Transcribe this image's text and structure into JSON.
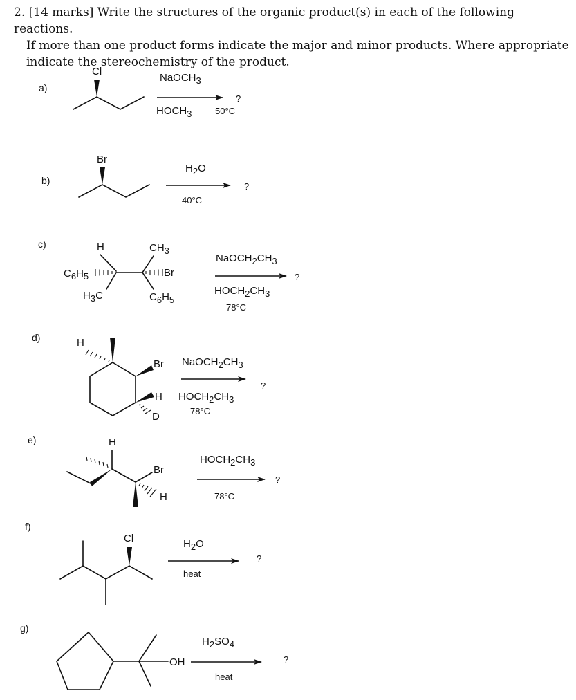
{
  "question": {
    "line1": "2. [14 marks] Write the structures of the organic product(s) in each of the following reactions.",
    "line2": "If more than one product forms indicate the major and minor products. Where appropriate",
    "line3": "indicate the stereochemistry of the product."
  },
  "reactions": {
    "a": {
      "label": "a)",
      "substituent": "Cl",
      "reagent_above": "NaOCH3",
      "reagent_below": "HOCH3",
      "conditions": "50°C",
      "product": "?"
    },
    "b": {
      "label": "b)",
      "substituent": "Br",
      "reagent_above": "H2O",
      "conditions": "40°C",
      "product": "?"
    },
    "c": {
      "label": "c)",
      "groups": [
        "H",
        "CH3",
        "C6H5",
        "Br",
        "H3C",
        "C6H5"
      ],
      "reagent_above": "NaOCH2CH3",
      "reagent_below": "HOCH2CH3",
      "conditions": "78°C",
      "product": "?"
    },
    "d": {
      "label": "d)",
      "groups": [
        "H",
        "Br",
        "H",
        "D"
      ],
      "reagent_above": "NaOCH2CH3",
      "reagent_below": "HOCH2CH3",
      "conditions": "78°C",
      "product": "?"
    },
    "e": {
      "label": "e)",
      "groups": [
        "H",
        "Br",
        "H"
      ],
      "reagent_above": "HOCH2CH3",
      "conditions": "78°C",
      "product": "?"
    },
    "f": {
      "label": "f)",
      "substituent": "Cl",
      "reagent_above": "H2O",
      "conditions": "heat",
      "product": "?"
    },
    "g": {
      "label": "g)",
      "substituent": "OH",
      "reagent_above": "H2SO4",
      "conditions": "heat",
      "product": "?"
    }
  }
}
